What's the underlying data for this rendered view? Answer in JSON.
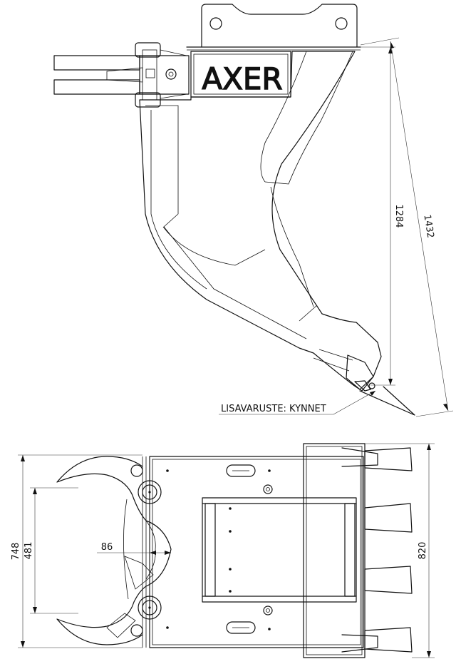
{
  "brand": "AXER",
  "side_view": {
    "dim_height": "1284",
    "dim_diagonal": "1432",
    "callout": "LISAVARUSTE: KYNNET"
  },
  "top_view": {
    "dim_overall": "748",
    "dim_jaw_opening": "481",
    "dim_pin_offset": "86",
    "dim_width": "820"
  }
}
